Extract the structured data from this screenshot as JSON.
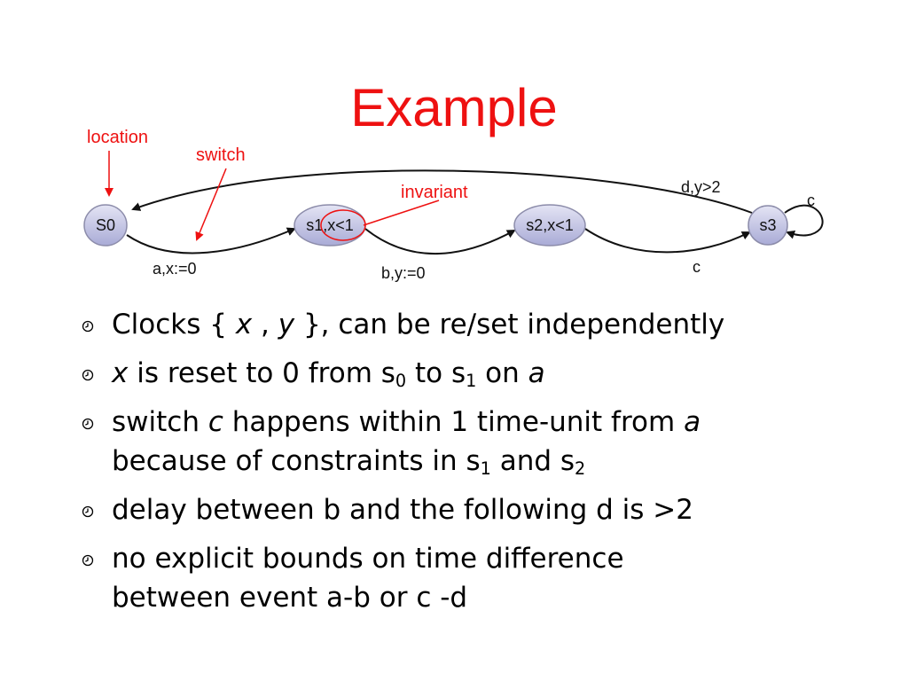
{
  "slide": {
    "title": "Example"
  },
  "diagram": {
    "states": [
      {
        "id": "S0",
        "label": "S0"
      },
      {
        "id": "s1",
        "label": "s1,x<1"
      },
      {
        "id": "s2",
        "label": "s2,x<1"
      },
      {
        "id": "s3",
        "label": "s3"
      }
    ],
    "edges": [
      {
        "label": "a,x:=0"
      },
      {
        "label": "b,y:=0"
      },
      {
        "label": "c"
      },
      {
        "label": "c"
      },
      {
        "label": "d,y>2"
      }
    ],
    "annotations": {
      "location": "location",
      "switch": "switch",
      "invariant": "invariant"
    }
  },
  "bullets": {
    "b1": {
      "p1": "Clocks { ",
      "x": "x",
      "p2": " , ",
      "y": "y",
      "p3": " }, can be re/set independently"
    },
    "b2": {
      "x": "x",
      "p1": " is reset to 0 from s",
      "sub0": "0",
      "p2": " to s",
      "sub1": "1",
      "p3": " on ",
      "a": "a"
    },
    "b3": {
      "p1": "switch ",
      "c": "c",
      "p2": " happens within 1 time-unit from ",
      "a": "a",
      "p3": "because of constraints in s",
      "sub1": "1",
      "p4": " and s",
      "sub2": "2"
    },
    "b4": {
      "text": "delay between b and the following d is >2"
    },
    "b5": {
      "p1": "no explicit bounds on time difference",
      "p2": "between event a-b or c -d"
    }
  }
}
